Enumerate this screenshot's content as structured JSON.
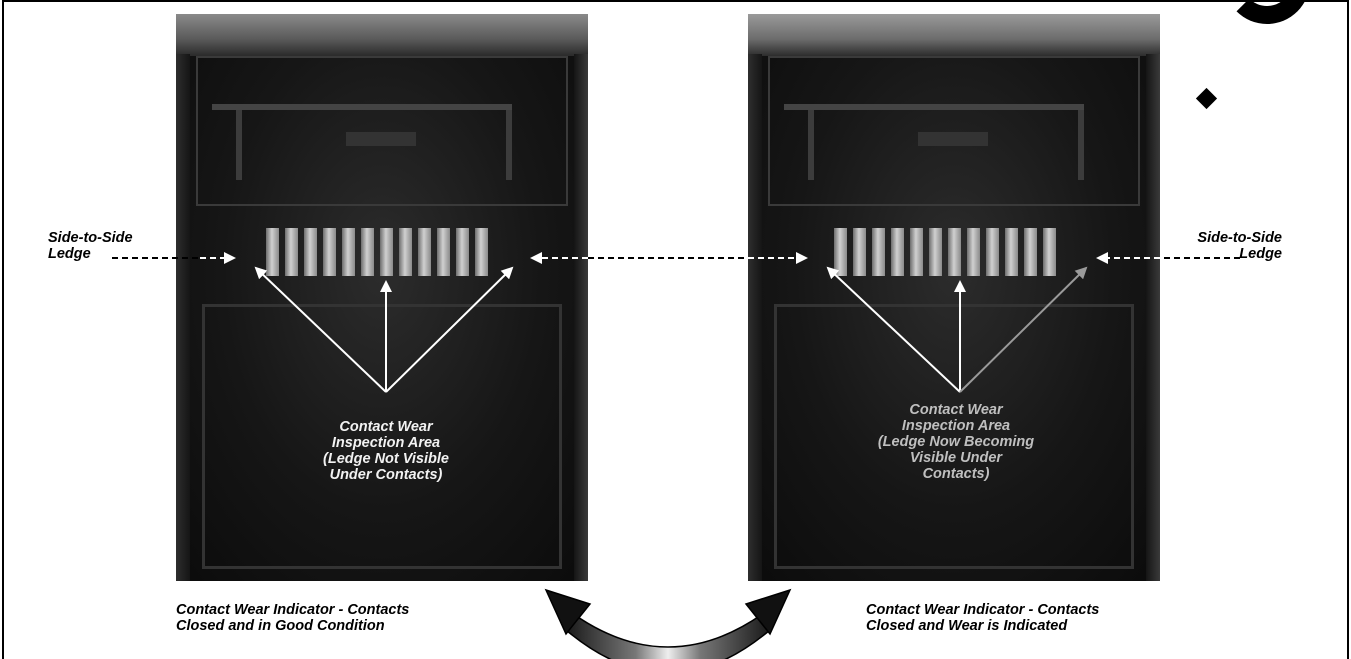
{
  "figure": {
    "side_ledge_label": [
      "Side-to-Side",
      "Ledge"
    ],
    "left_photo": {
      "inspection_label": [
        "Contact Wear",
        "Inspection Area",
        "(Ledge Not Visible",
        "Under Contacts)"
      ],
      "caption": [
        "Contact Wear Indicator - Contacts",
        "Closed and in Good Condition"
      ]
    },
    "right_photo": {
      "inspection_label": [
        "Contact Wear",
        "Inspection Area",
        "(Ledge Now Becoming",
        "Visible Under",
        "Contacts)"
      ],
      "caption": [
        "Contact Wear Indicator - Contacts",
        "Closed and Wear is Indicated"
      ]
    }
  },
  "colors": {
    "ink": "#000000",
    "arrow_white": "#ffffff",
    "arrow_grey": "#9a9a9a"
  },
  "icons": [
    "double-headed-curved-arrow-icon"
  ]
}
